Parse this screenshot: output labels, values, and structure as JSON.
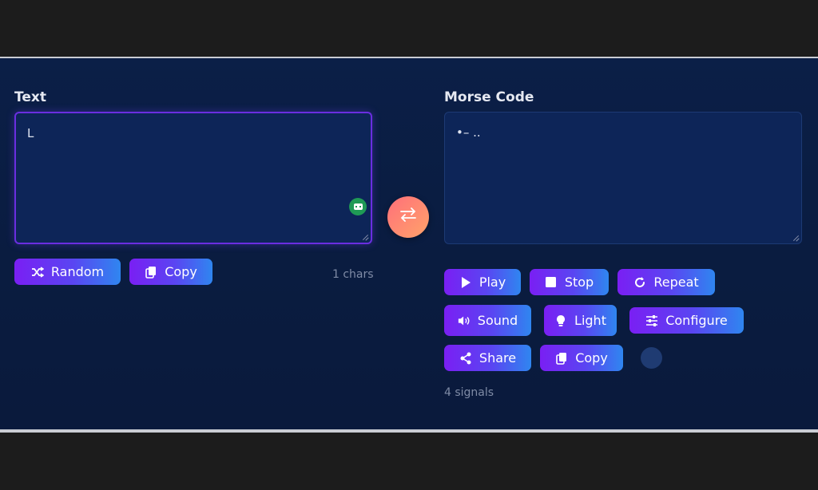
{
  "left": {
    "label": "Text",
    "input_value": "L",
    "buttons": {
      "random": "Random",
      "copy": "Copy"
    },
    "char_count": "1 chars"
  },
  "right": {
    "label": "Morse Code",
    "output_value": "•– ..",
    "buttons": {
      "play": "Play",
      "stop": "Stop",
      "repeat": "Repeat",
      "sound": "Sound",
      "light": "Light",
      "configure": "Configure",
      "share": "Share",
      "copy": "Copy"
    },
    "signal_count": "4 signals"
  },
  "icons": {
    "swap": "swap-arrows-icon",
    "random": "shuffle-icon",
    "copy": "copy-icon",
    "play": "play-icon",
    "stop": "stop-icon",
    "repeat": "repeat-icon",
    "sound": "speaker-icon",
    "light": "lightbulb-icon",
    "configure": "sliders-icon",
    "share": "share-icon",
    "assistant": "robot-icon"
  },
  "colors": {
    "button_gradient_start": "#7a1ff3",
    "button_gradient_end": "#2f86f0",
    "swap_gradient_start": "#ff6f7a",
    "swap_gradient_end": "#ffa36a",
    "panel_bg": "#0b1f47"
  }
}
